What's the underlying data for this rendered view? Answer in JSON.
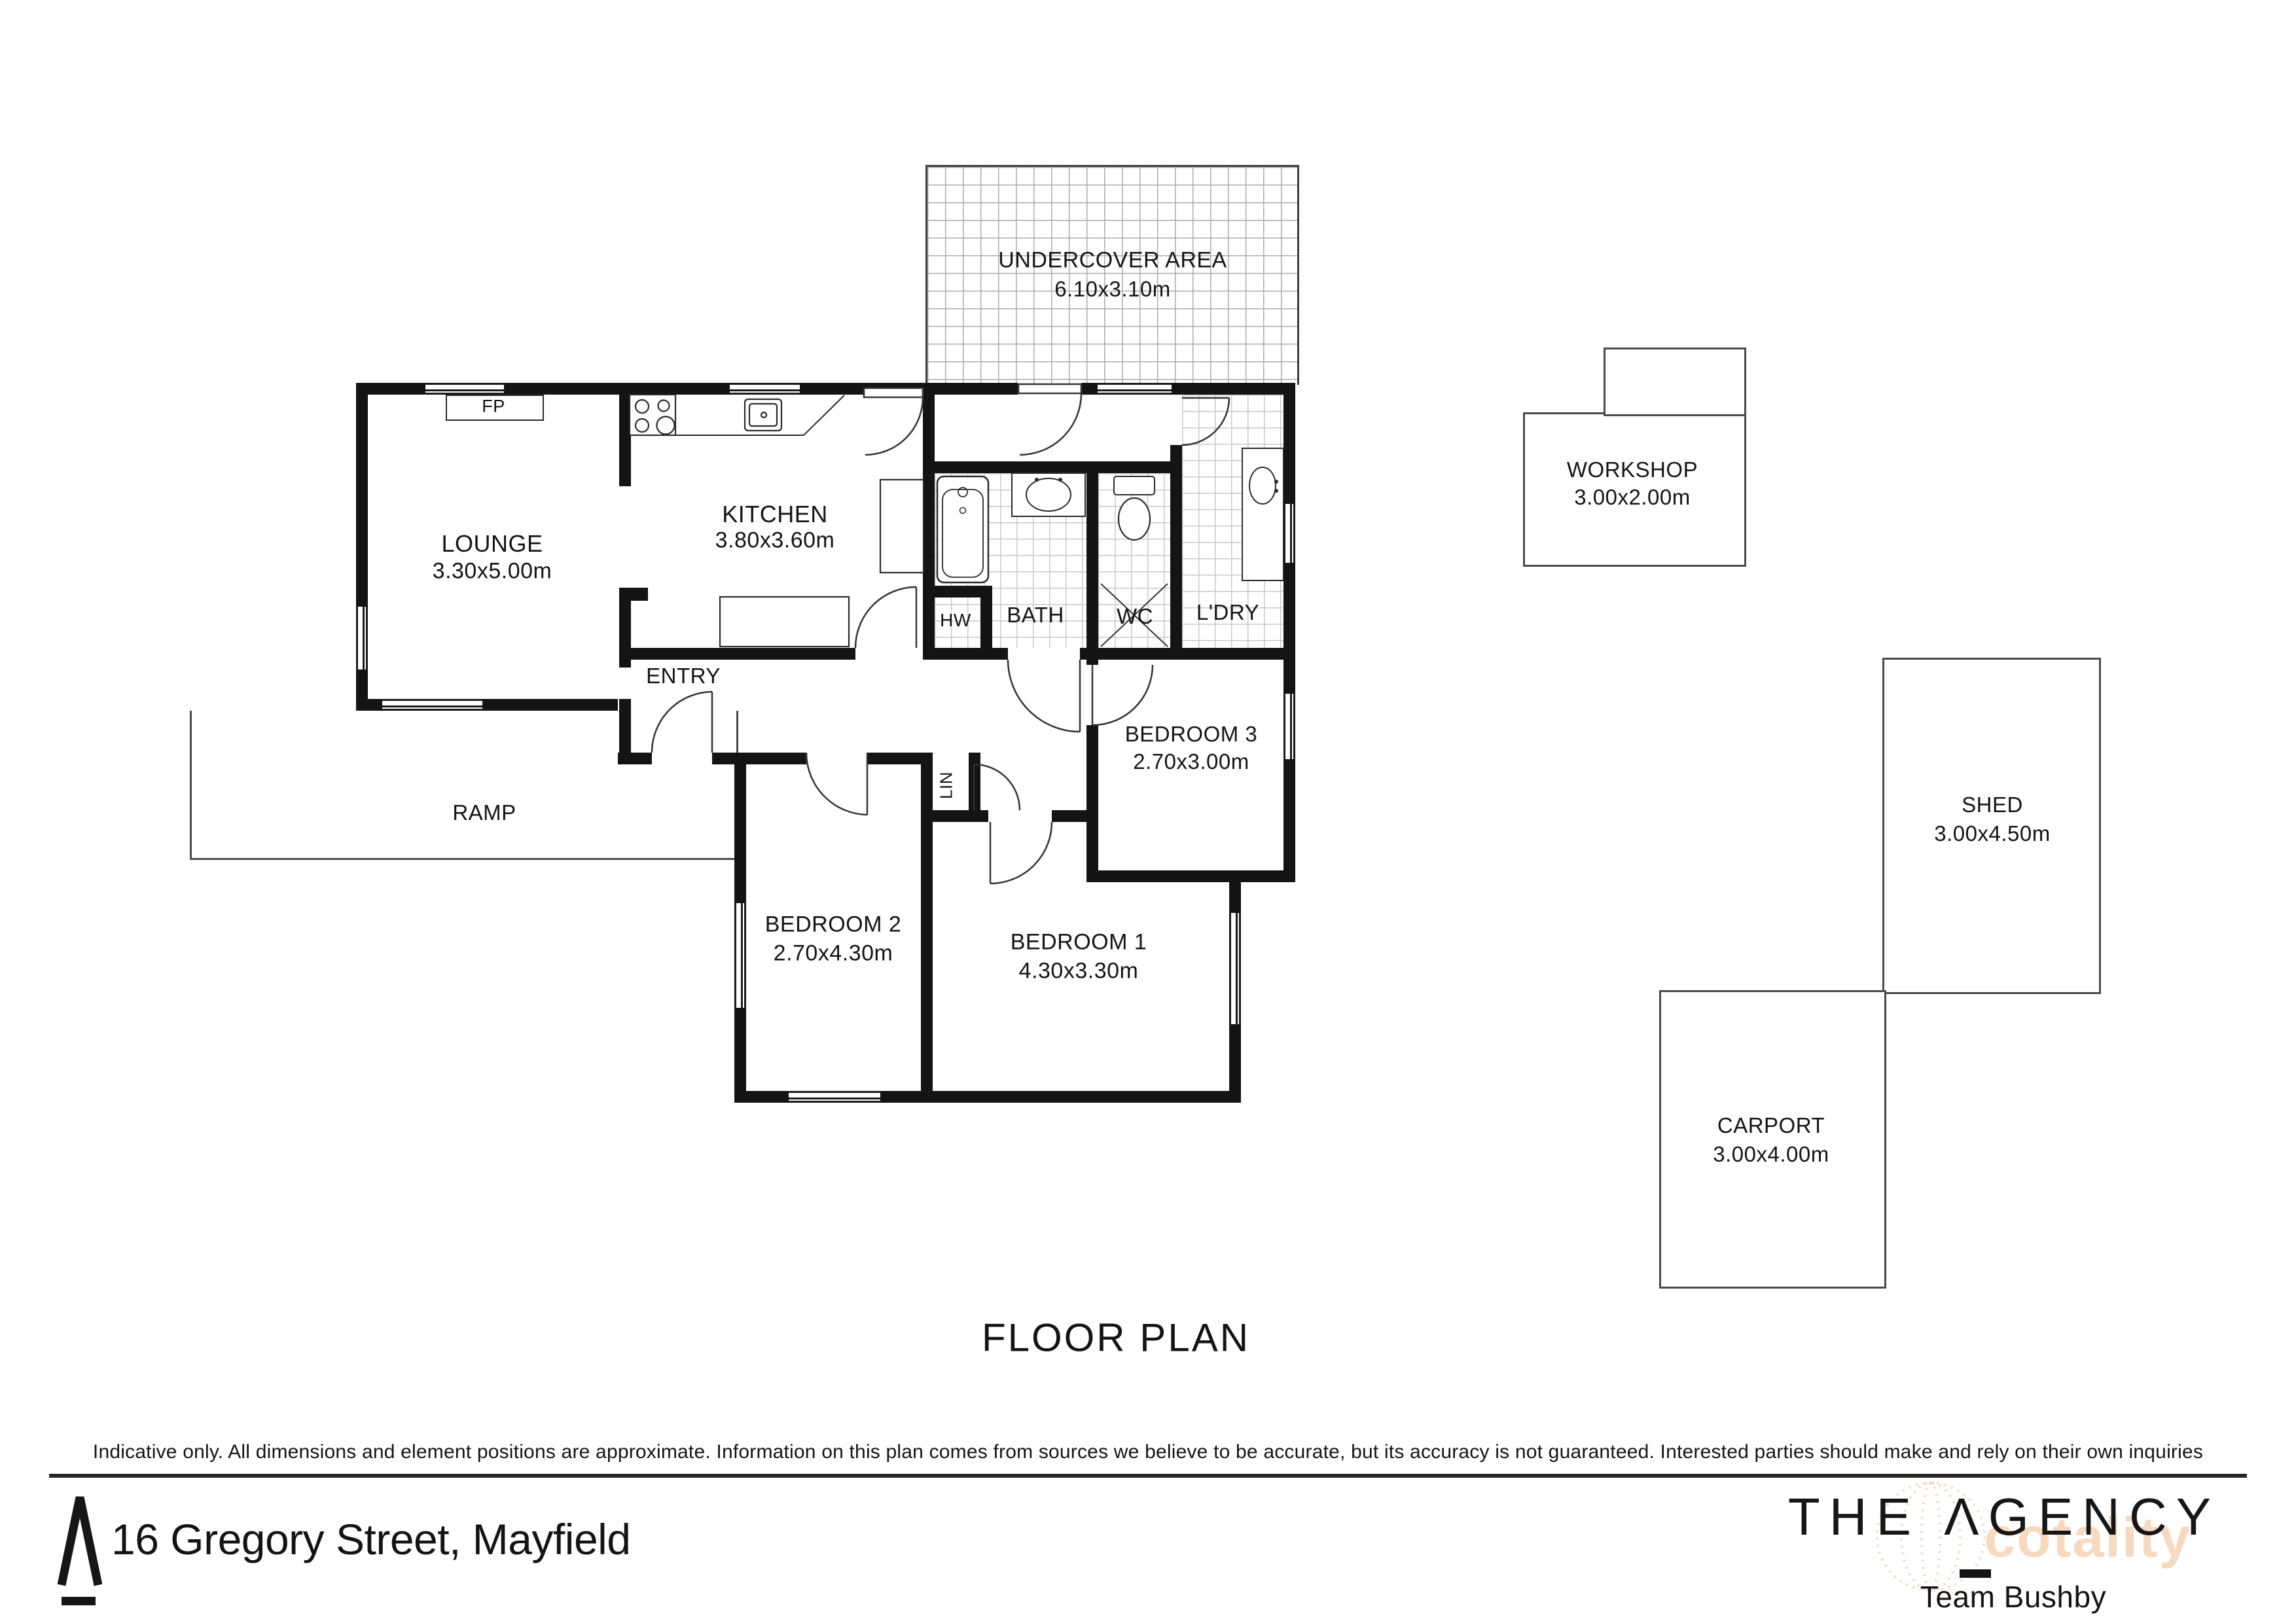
{
  "title": "FLOOR PLAN",
  "disclaimer": "Indicative only. All dimensions and element positions are approximate. Information on this plan comes from sources we believe to be accurate, but its accuracy is not guaranteed. Interested parties should make and rely on their own inquiries",
  "rooms": {
    "undercover": {
      "name": "UNDERCOVER AREA",
      "dims": "6.10x3.10m"
    },
    "workshop": {
      "name": "WORKSHOP",
      "dims": "3.00x2.00m"
    },
    "shed": {
      "name": "SHED",
      "dims": "3.00x4.50m"
    },
    "carport": {
      "name": "CARPORT",
      "dims": "3.00x4.00m"
    },
    "lounge": {
      "name": "LOUNGE",
      "dims": "3.30x5.00m"
    },
    "kitchen": {
      "name": "KITCHEN",
      "dims": "3.80x3.60m"
    },
    "bedroom1": {
      "name": "BEDROOM 1",
      "dims": "4.30x3.30m"
    },
    "bedroom2": {
      "name": "BEDROOM 2",
      "dims": "2.70x4.30m"
    },
    "bedroom3": {
      "name": "BEDROOM 3",
      "dims": "2.70x3.00m"
    },
    "bath": {
      "name": "BATH"
    },
    "wc": {
      "name": "WC"
    },
    "ldry": {
      "name": "L'DRY"
    },
    "hw": {
      "name": "HW"
    },
    "entry": {
      "name": "ENTRY"
    },
    "lin": {
      "name": "LIN"
    },
    "ramp": {
      "name": "RAMP"
    },
    "fireplace": {
      "name": "FP"
    }
  },
  "footer": {
    "address": "16 Gregory Street, Mayfield",
    "brand": "THE ΛGENCY",
    "team": "Team Bushby",
    "watermark": "cotality"
  }
}
